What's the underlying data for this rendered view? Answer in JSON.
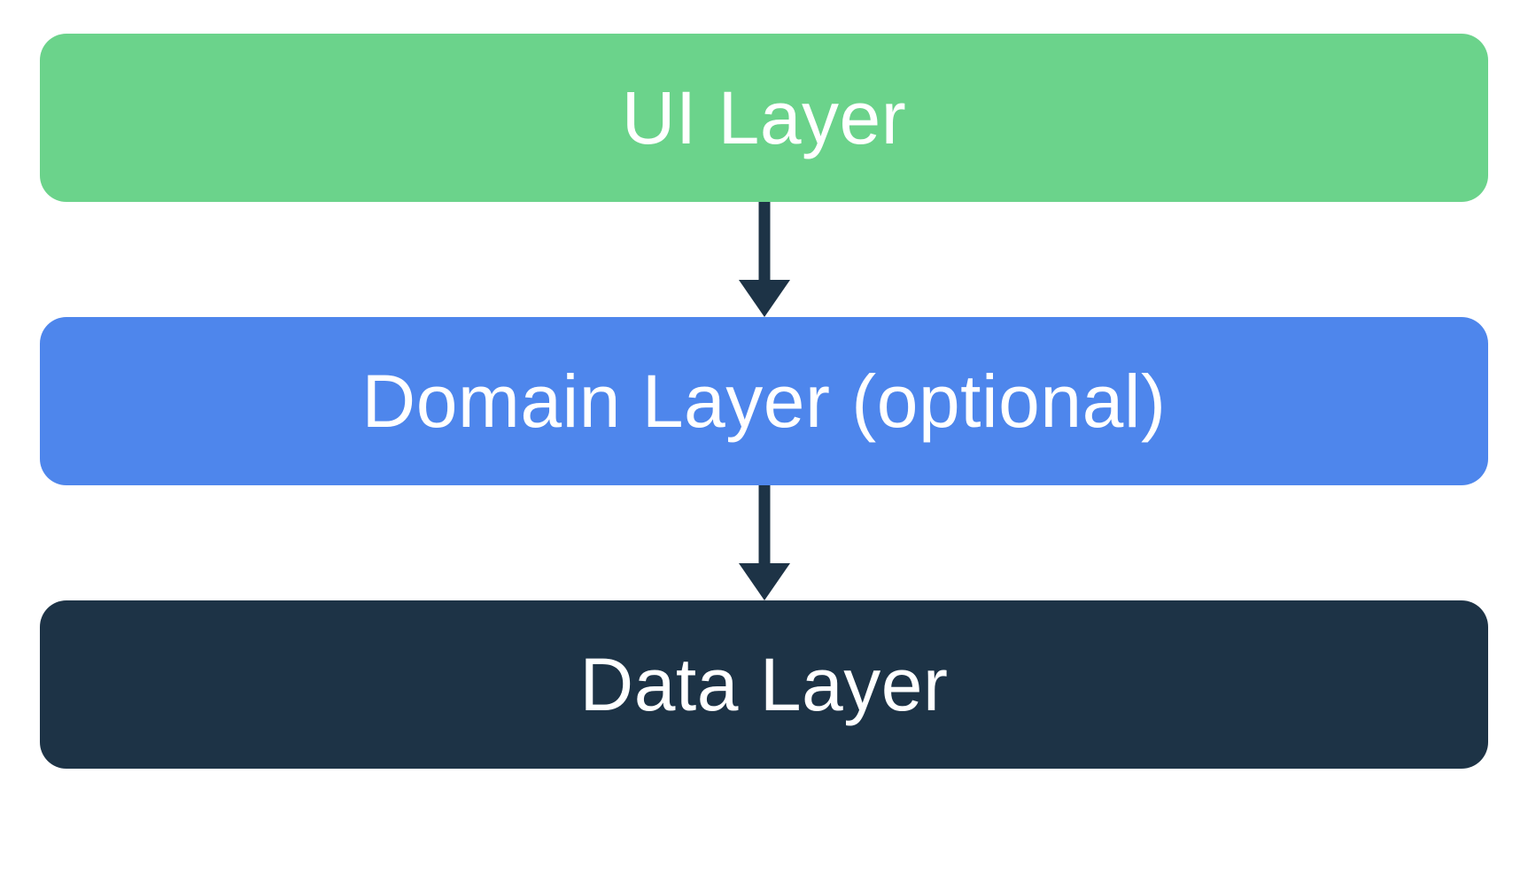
{
  "diagram": {
    "colors": {
      "ui_layer": "#6bd38b",
      "domain_layer": "#4e86ec",
      "data_layer": "#1d3346",
      "arrow": "#1d3346",
      "label_text": "#ffffff"
    },
    "nodes": [
      {
        "id": "ui-layer",
        "label": "UI Layer"
      },
      {
        "id": "domain-layer",
        "label": "Domain Layer (optional)"
      },
      {
        "id": "data-layer",
        "label": "Data Layer"
      }
    ],
    "edges": [
      {
        "from": "ui-layer",
        "to": "domain-layer"
      },
      {
        "from": "domain-layer",
        "to": "data-layer"
      }
    ]
  }
}
